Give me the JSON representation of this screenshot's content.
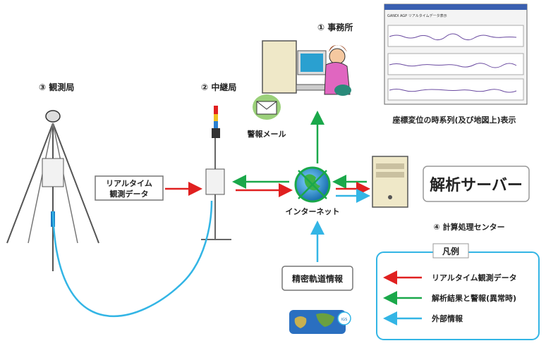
{
  "stations": {
    "observation": "③ 観測局",
    "relay": "② 中継局",
    "office": "① 事務所",
    "center": "④ 計算処理センター"
  },
  "labels": {
    "realtime_box_line1": "リアルタイム",
    "realtime_box_line2": "観測データ",
    "internet": "インターネット",
    "mail": "警報メール",
    "server": "解析サーバー",
    "orbit": "精密軌道情報",
    "display_caption": "座標変位の時系列(及び地図上)表示",
    "igs": "IGS"
  },
  "screen": {
    "title": "GANDI AGP リアルタイムデータ表示"
  },
  "legend": {
    "title": "凡例",
    "items": [
      {
        "label": "リアルタイム観測データ",
        "color": "#e02020"
      },
      {
        "label": "解析結果と警報(異常時)",
        "color": "#1aa84a"
      },
      {
        "label": "外部情報",
        "color": "#33b5e5"
      }
    ]
  },
  "colors": {
    "red": "#e02020",
    "green": "#1aa84a",
    "blue": "#33b5e5",
    "cable": "#33b5e5"
  }
}
